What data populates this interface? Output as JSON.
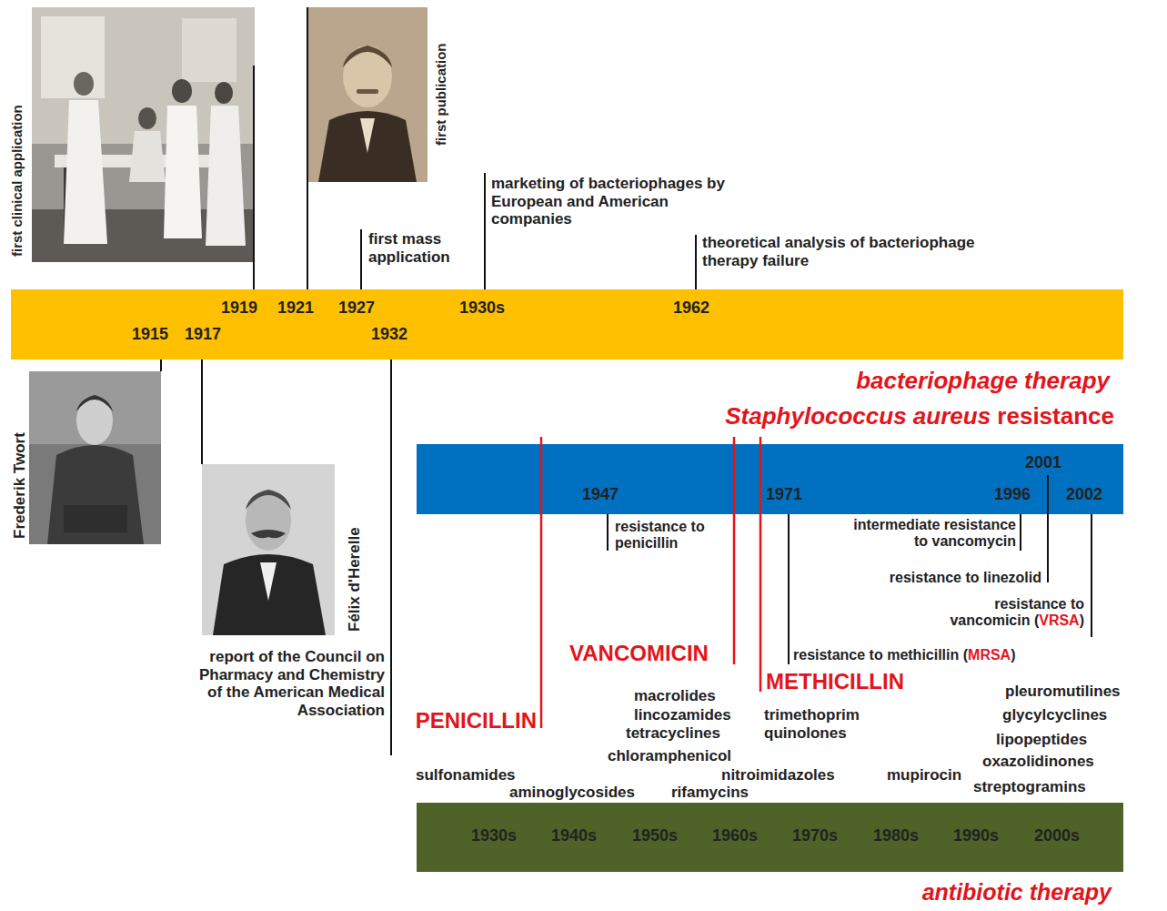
{
  "diagram": {
    "nodes": [
      {
        "text": [
          "1919",
          "1921",
          "1927",
          "1930s",
          "1962",
          "1915",
          "1917",
          "1932",
          "bacteriophage therapy"
        ]
      },
      {
        "text": [
          "Staphylococcus aureus resistance",
          "2001",
          "1947",
          "1971",
          "1996",
          "2002"
        ]
      },
      {
        "text": [
          "1930s",
          "1940s",
          "1950s",
          "1960s",
          "1970s",
          "1980s",
          "1990s",
          "2000s",
          "antibiotic therapy"
        ]
      }
    ],
    "labels": [
      "first clinical application",
      "first publication",
      "marketing of bacteriophages by European and American companies",
      "first mass application",
      "theoretical analysis of bacteriophage therapy failure",
      "Frederik Twort",
      "Félix d'Herelle",
      "report of the Council on Pharmacy and Chemistry of the American Medical Association",
      "resistance to penicillin",
      "intermediate resistance to vancomycin",
      "resistance to linezolid",
      "resistance to vancomicin (VRSA)",
      "VANCOMICIN",
      "resistance to methicillin (MRSA)",
      "METHICILLIN",
      "macrolides",
      "pleuromutilines",
      "lincozamides",
      "trimethoprim",
      "glycylcyclines",
      "PENICILLIN",
      "tetracyclines",
      "quinolones",
      "lipopeptides",
      "chloramphenicol",
      "oxazolidinones",
      "sulfonamides",
      "nitroimidazoles",
      "mupirocin",
      "streptogramins",
      "aminoglycosides",
      "rifamycins"
    ]
  }
}
